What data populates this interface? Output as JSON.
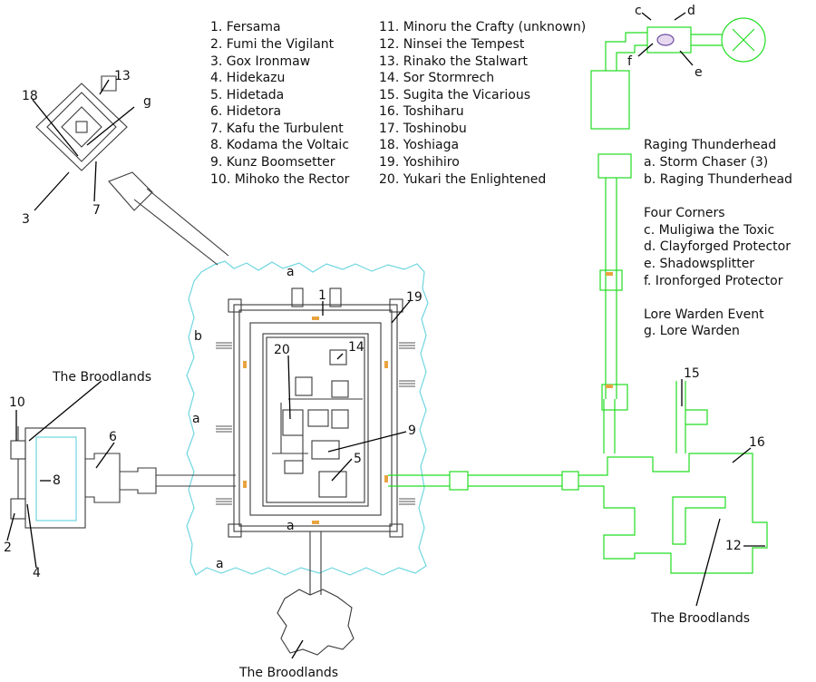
{
  "legend_bosses_col1": [
    "1. Fersama",
    "2. Fumi the Vigilant",
    "3. Gox Ironmaw",
    "4. Hidekazu",
    "5. Hidetada",
    "6. Hidetora",
    "7. Kafu the Turbulent",
    "8. Kodama the Voltaic",
    "9. Kunz Boomsetter",
    "10. Mihoko the Rector"
  ],
  "legend_bosses_col2": [
    "11. Minoru the Crafty (unknown)",
    "12. Ninsei the Tempest",
    "13. Rinako the Stalwart",
    "14. Sor Stormrech",
    "15. Sugita the Vicarious",
    "16. Toshiharu",
    "17. Toshinobu",
    "18. Yoshiaga",
    "19. Yoshihiro",
    "20. Yukari the Enlightened"
  ],
  "event_groups": [
    {
      "title": "Raging Thunderhead",
      "items": [
        "a. Storm Chaser (3)",
        "b. Raging Thunderhead"
      ]
    },
    {
      "title": "Four Corners",
      "items": [
        "c. Muligiwa the Toxic",
        "d. Clayforged Protector",
        "e. Shadowsplitter",
        "f. Ironforged Protector"
      ]
    },
    {
      "title": "Lore Warden Event",
      "items": [
        "g. Lore Warden"
      ]
    }
  ],
  "zone_labels": {
    "broodlands_west": "The Broodlands",
    "broodlands_south": "The Broodlands",
    "broodlands_east": "The Broodlands"
  },
  "markers": {
    "m1": "1",
    "m2": "2",
    "m3": "3",
    "m4": "4",
    "m5": "5",
    "m6": "6",
    "m7": "7",
    "m8": "8",
    "m9": "9",
    "m10": "10",
    "m12": "12",
    "m13": "13",
    "m14": "14",
    "m15": "15",
    "m16": "16",
    "m18": "18",
    "m19": "19",
    "m20": "20",
    "a1": "a",
    "a2": "a",
    "a3": "a",
    "a4": "a",
    "b": "b",
    "c": "c",
    "d": "d",
    "e": "e",
    "f": "f",
    "g": "g"
  },
  "colors": {
    "tunnel_green": "#22dd22",
    "water_cyan": "#6fd6e0",
    "walls_grey": "#3a3a3a",
    "doors_orange": "#e9a33e"
  }
}
